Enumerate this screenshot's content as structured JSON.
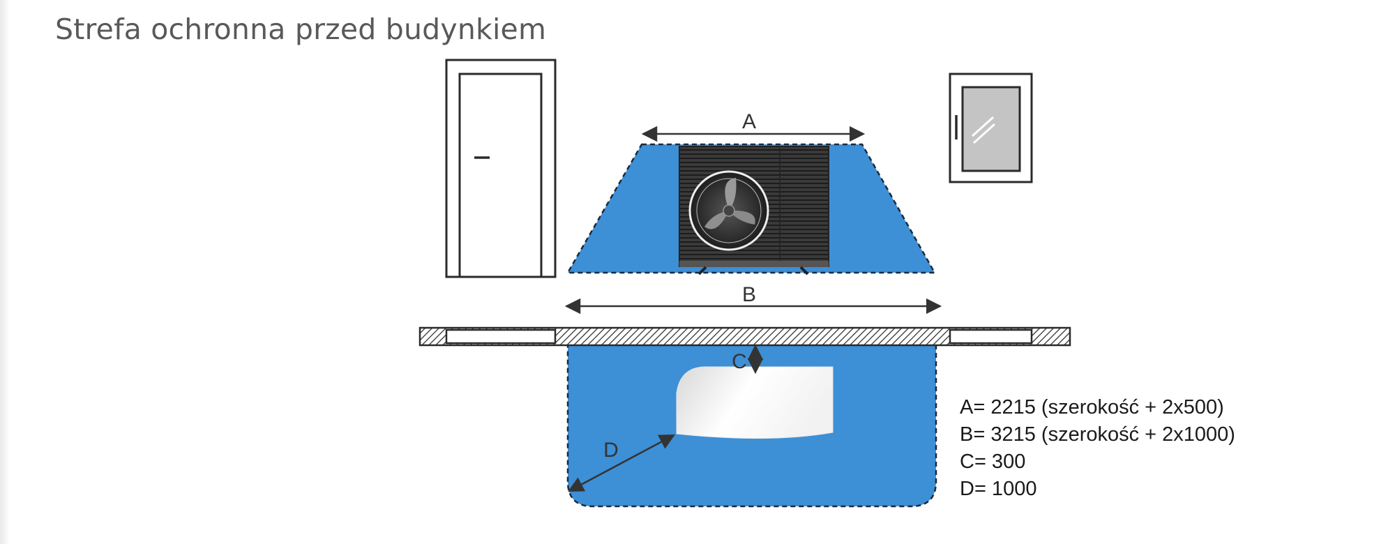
{
  "title": "Strefa ochronna przed budynkiem",
  "labels": {
    "a": "A",
    "b": "B",
    "c": "C",
    "d": "D"
  },
  "legend": [
    "A= 2215 (szerokość + 2x500)",
    "B= 3215 (szerokość + 2x1000)",
    "C= 300",
    "D= 1000"
  ],
  "colors": {
    "zone_fill": "#3d8fd6",
    "outline": "#222222",
    "unit_body": "#2b2b2b",
    "title_text": "#595959"
  },
  "icons": [
    "door-icon",
    "window-icon",
    "heat-pump-unit-icon",
    "heat-pump-top-view-icon"
  ]
}
